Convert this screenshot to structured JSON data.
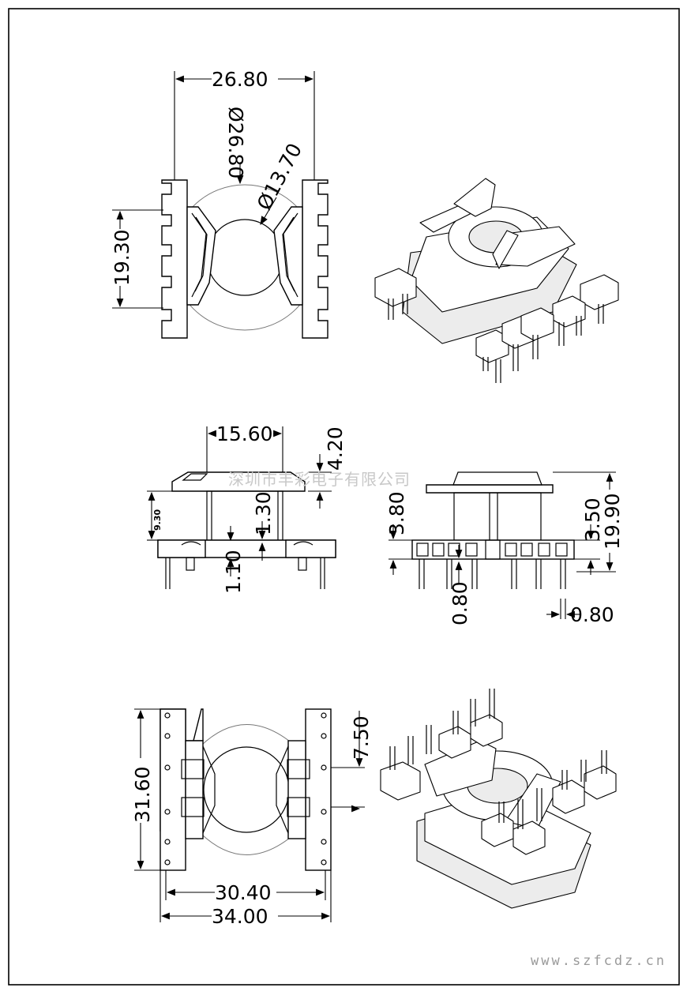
{
  "watermark": "深圳市丰彩电子有限公司",
  "site": "www.szfcdz.cn",
  "dimensions": {
    "top_width": "26.80",
    "outer_dia": "Ø26.80",
    "inner_dia": "Ø13.70",
    "top_pin_span": "19.30",
    "side_width": "15.60",
    "side_top": "4.20",
    "side_height": "9.30",
    "side_gap": "1.30",
    "side_base": "1.10",
    "front_left_height": "3.80",
    "front_right_height": "3.50",
    "front_total_height": "19.90",
    "pin_dia_left": "0.80",
    "pin_dia_right": "0.80",
    "bottom_height": "31.60",
    "bottom_pitch": "7.50",
    "bottom_inner_width": "30.40",
    "bottom_outer_width": "34.00"
  }
}
